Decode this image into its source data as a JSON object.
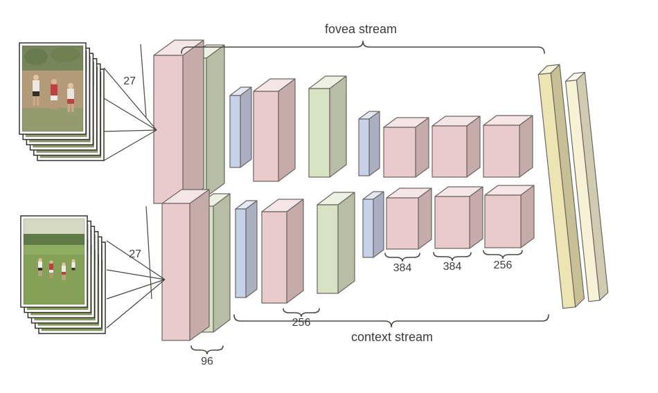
{
  "diagram": {
    "labels": {
      "fovea_stream": "fovea stream",
      "context_stream": "context stream"
    },
    "dims": {
      "fovea_height": "27",
      "context_height": "27"
    },
    "layer_sizes": {
      "context_conv1": "96",
      "context_conv2": "256",
      "conv3": "384",
      "conv4": "384",
      "conv5": "256"
    },
    "colors": {
      "conv_pink": "#e9cbcd",
      "pool_green": "#d8e3c6",
      "norm_blue": "#c6d1ea",
      "fc_cream": "#ece4b2",
      "fc_cream_light": "#f7f2d6",
      "outline": "#6b6560",
      "line": "#4a453f",
      "text": "#3c3c3c"
    }
  }
}
